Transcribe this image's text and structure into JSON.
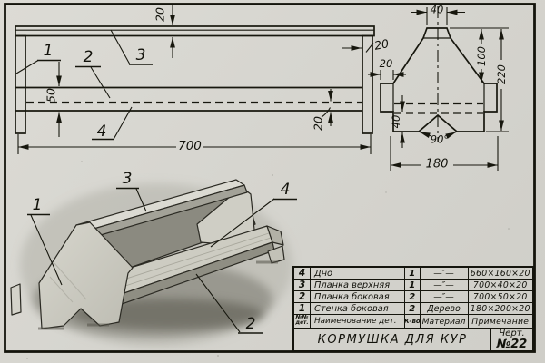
{
  "colors": {
    "paper": "#d8d7d1",
    "ink": "#15150d"
  },
  "title_block": {
    "title": "КОРМУШКА ДЛЯ КУР",
    "sheet_word": "Черт.",
    "sheet_no": "№22"
  },
  "table": {
    "headers": {
      "num_l1": "№№",
      "num_l2": "дет.",
      "name": "Наименование дет.",
      "qty": "К-во",
      "material": "Материал",
      "note": "Примечание"
    },
    "rows": [
      {
        "num": "4",
        "name": "Дно",
        "qty": "1",
        "material": "—″—",
        "note": "660×160×20"
      },
      {
        "num": "3",
        "name": "Планка верхняя",
        "qty": "1",
        "material": "—″—",
        "note": "700×40×20"
      },
      {
        "num": "2",
        "name": "Планка боковая",
        "qty": "2",
        "material": "—″—",
        "note": "700×50×20"
      },
      {
        "num": "1",
        "name": "Стенка боковая",
        "qty": "2",
        "material": "Дерево",
        "note": "180×200×20"
      }
    ]
  },
  "side_view": {
    "callout_1": "1",
    "callout_2": "2",
    "callout_3": "3",
    "callout_4": "4",
    "dim_plank_top": "20",
    "dim_trough_height": "50",
    "dim_bottom_board": "20",
    "dim_wall": "20",
    "dim_length": "700"
  },
  "end_view": {
    "dim_cap_width": "40",
    "dim_side_plank": "20",
    "dim_upper_height": "100",
    "dim_total_height": "220",
    "dim_foot": "40",
    "dim_angle": "90°",
    "dim_base_width": "180"
  },
  "sketch": {
    "callout_1": "1",
    "callout_2": "2",
    "callout_3": "3",
    "callout_4": "4"
  }
}
